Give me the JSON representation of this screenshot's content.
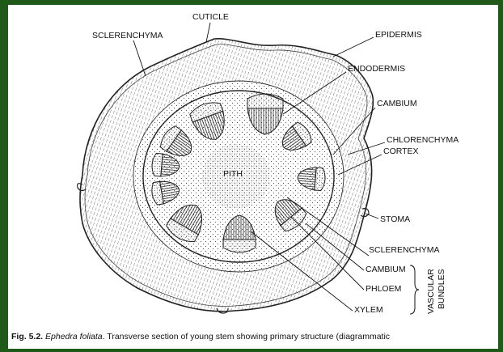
{
  "labels": {
    "cuticle": "CUTICLE",
    "sclerenchyma_top": "SCLERENCHYMA",
    "epidermis": "EPIDERMIS",
    "endodermis": "ENDODERMIS",
    "cambium_top": "CAMBIUM",
    "chlorenchyma": "CHLORENCHYMA",
    "cortex": "CORTEX",
    "pith": "PITH",
    "stoma": "STOMA",
    "sclerenchyma_bottom": "SCLERENCHYMA",
    "cambium_bottom": "CAMBIUM",
    "phloem": "PHLOEM",
    "xylem": "XYLEM",
    "vascular_line1": "VASCULAR",
    "vascular_line2": "BUNDLES"
  },
  "caption": {
    "fig_number": "Fig. 5.2.",
    "species": "Ephedra foliata",
    "text": ". Transverse section of young stem showing primary structure (diagrammatic"
  }
}
